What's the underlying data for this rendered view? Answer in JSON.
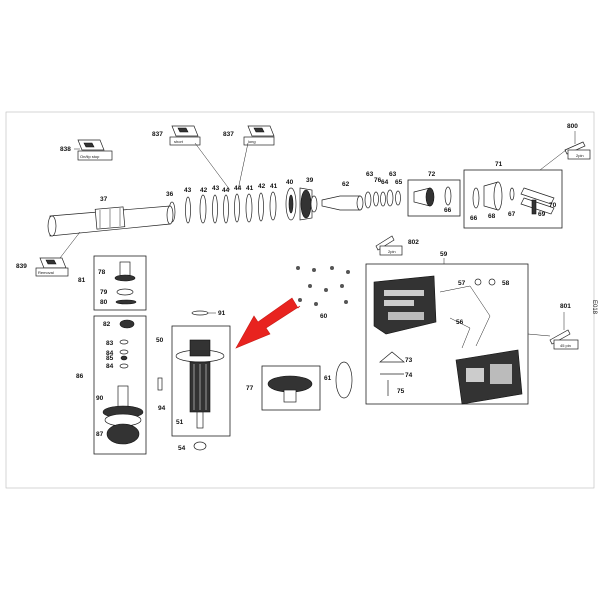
{
  "labels": {
    "l838": "838",
    "l837a": "837",
    "l837b": "837",
    "l800": "800",
    "l36": "36",
    "l43a": "43",
    "l42a": "42",
    "l43b": "43",
    "l44a": "44",
    "l44b": "44",
    "l41a": "41",
    "l42b": "42",
    "l41b": "41",
    "l40": "40",
    "l39": "39",
    "l62": "62",
    "l63a": "63",
    "l76": "76",
    "l64": "64",
    "l63b": "63",
    "l65": "65",
    "l66a": "66",
    "l72": "72",
    "l71": "71",
    "l66b": "66",
    "l68": "68",
    "l67": "67",
    "l69": "69",
    "l70": "70",
    "l37": "37",
    "l839": "839",
    "l802": "802",
    "l59": "59",
    "l57": "57",
    "l58": "58",
    "l56": "56",
    "l60": "60",
    "l801": "801",
    "l78": "78",
    "l81": "81",
    "l79": "79",
    "l80": "80",
    "l82": "82",
    "l83": "83",
    "l84a": "84",
    "l85": "85",
    "l84b": "84",
    "l86": "86",
    "l90": "90",
    "l87": "87",
    "l91": "91",
    "l50": "50",
    "l94": "94",
    "l51": "51",
    "l54": "54",
    "l77": "77",
    "l61": "61",
    "l73": "73",
    "l74": "74",
    "l75": "75"
  },
  "tags": {
    "on_tip_stop": "On/tip stop",
    "short": "short",
    "long": "long",
    "removal": "Removal",
    "two_pin_a": "2pin",
    "two_pin_b": "2pin",
    "wire_45": "45 pin"
  },
  "edge_code": "E018",
  "colors": {
    "arrow": "#e8231f",
    "line": "#222222"
  }
}
